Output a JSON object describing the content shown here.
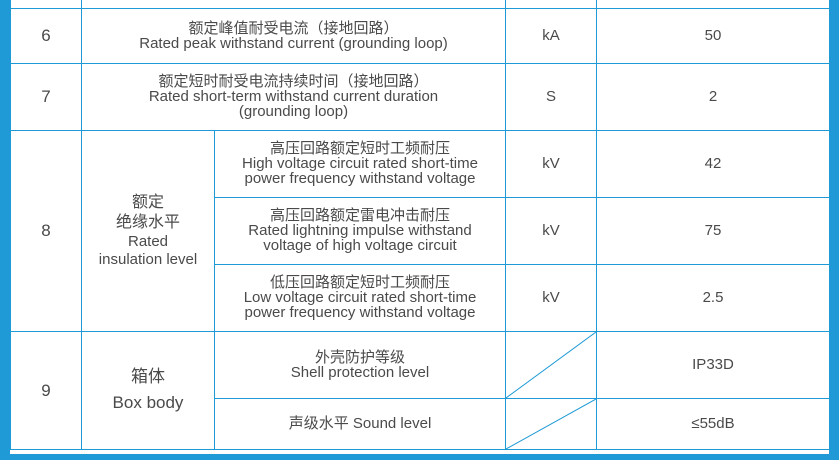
{
  "rows": [
    {
      "no": "6",
      "item_cn": "额定峰值耐受电流（接地回路）",
      "item_en": "Rated peak withstand current (grounding loop)",
      "unit": "kA",
      "value": "50"
    },
    {
      "no": "7",
      "item_cn": "额定短时耐受电流持续时间（接地回路）",
      "item_en_1": "Rated short-term withstand current duration",
      "item_en_2": "(grounding loop)",
      "unit": "S",
      "value": "2"
    },
    {
      "no": "8",
      "category_cn_1": "额定",
      "category_cn_2": "绝缘水平",
      "category_en_1": "Rated",
      "category_en_2": "insulation level",
      "subs": [
        {
          "cn": "高压回路额定短时工频耐压",
          "en_1": "High voltage circuit rated short-time",
          "en_2": "power frequency withstand voltage",
          "unit": "kV",
          "value": "42"
        },
        {
          "cn": "高压回路额定雷电冲击耐压",
          "en_1": "Rated lightning impulse withstand",
          "en_2": "voltage of high voltage circuit",
          "unit": "kV",
          "value": "75"
        },
        {
          "cn": "低压回路额定短时工频耐压",
          "en_1": "Low voltage circuit rated short-time",
          "en_2": "power frequency withstand voltage",
          "unit": "kV",
          "value": "2.5"
        }
      ]
    },
    {
      "no": "9",
      "category_cn": "箱体",
      "category_en": "Box body",
      "subs": [
        {
          "cn": "外壳防护等级",
          "en": "Shell protection level",
          "value": "IP33D"
        },
        {
          "label": "声级水平  Sound level",
          "value": "≤55dB"
        }
      ]
    }
  ],
  "colors": {
    "border": "#1f9ad6",
    "text": "#4a4a4a"
  }
}
